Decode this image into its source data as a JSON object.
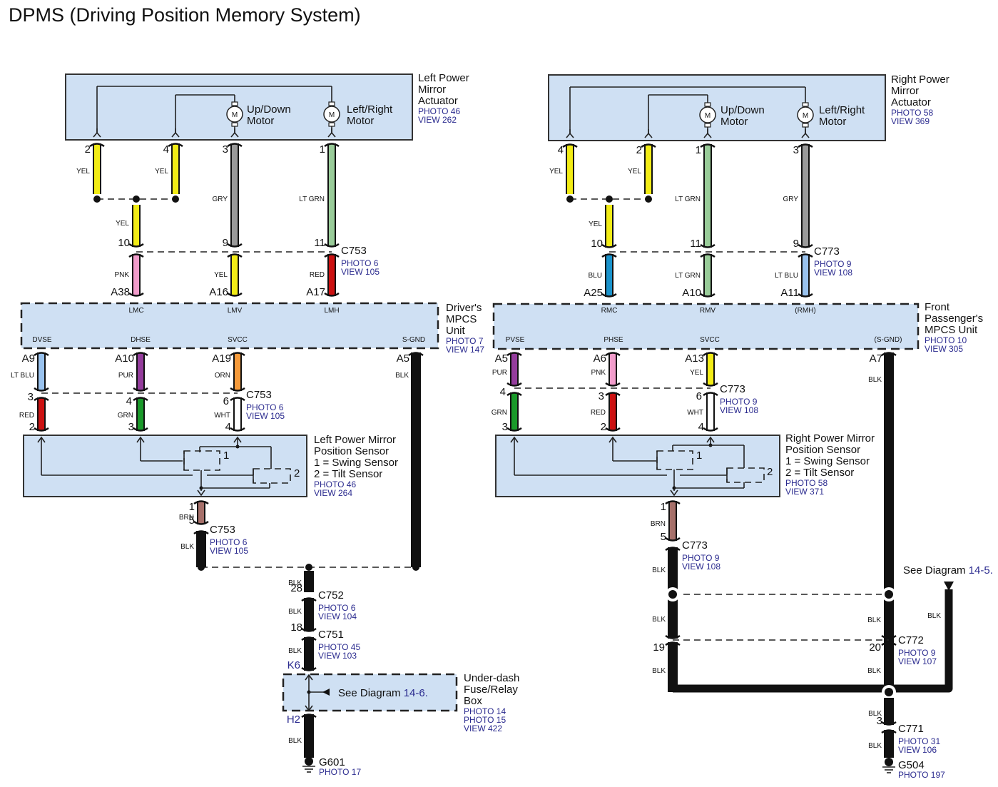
{
  "title": "DPMS (Driving Position Memory System)",
  "see_diagram_prefix": "See Diagram",
  "components": {
    "left_actuator": {
      "name": [
        "Left Power",
        "Mirror",
        "Actuator"
      ],
      "refs": [
        "PHOTO 46",
        "VIEW 262"
      ],
      "motors": [
        {
          "name": [
            "Up/Down",
            "Motor"
          ]
        },
        {
          "name": [
            "Left/Right",
            "Motor"
          ]
        }
      ]
    },
    "right_actuator": {
      "name": [
        "Right Power",
        "Mirror",
        "Actuator"
      ],
      "refs": [
        "PHOTO 58",
        "VIEW 369"
      ],
      "motors": [
        {
          "name": [
            "Up/Down",
            "Motor"
          ]
        },
        {
          "name": [
            "Left/Right",
            "Motor"
          ]
        }
      ]
    },
    "driver_mpcs": {
      "name": [
        "Driver's",
        "MPCS",
        "Unit"
      ],
      "refs": [
        "PHOTO 7",
        "VIEW 147"
      ],
      "top_pins": [
        "LMC",
        "LMV",
        "LMH"
      ],
      "bottom_pins": [
        "DVSE",
        "DHSE",
        "SVCC",
        "S-GND"
      ]
    },
    "passenger_mpcs": {
      "name": [
        "Front",
        "Passenger's",
        "MPCS Unit"
      ],
      "refs": [
        "PHOTO 10",
        "VIEW 305"
      ],
      "top_pins": [
        "RMC",
        "RMV",
        "(RMH)"
      ],
      "bottom_pins": [
        "PVSE",
        "PHSE",
        "SVCC",
        "(S-GND)"
      ]
    },
    "left_sensor": {
      "name": [
        "Left Power Mirror",
        "Position Sensor",
        "1 = Swing Sensor",
        "2 = Tilt Sensor"
      ],
      "refs": [
        "PHOTO 46",
        "VIEW 264"
      ],
      "element_labels": [
        "1",
        "2"
      ]
    },
    "right_sensor": {
      "name": [
        "Right Power Mirror",
        "Position Sensor",
        "1 = Swing Sensor",
        "2 = Tilt Sensor"
      ],
      "refs": [
        "PHOTO 58",
        "VIEW 371"
      ],
      "element_labels": [
        "1",
        "2"
      ]
    },
    "fuse_box": {
      "name": [
        "Under-dash",
        "Fuse/Relay",
        "Box"
      ],
      "refs": [
        "PHOTO 14",
        "PHOTO 15",
        "VIEW 422"
      ],
      "see_ref": "14-6.",
      "pin_in": "K6",
      "pin_out": "H2"
    },
    "external_ref": {
      "see_ref": "14-5."
    }
  },
  "connectors": {
    "c753_top": {
      "id": "C753",
      "refs": [
        "PHOTO 6",
        "VIEW 105"
      ]
    },
    "c773_top": {
      "id": "C773",
      "refs": [
        "PHOTO 9",
        "VIEW 108"
      ]
    },
    "c753_mid": {
      "id": "C753",
      "refs": [
        "PHOTO 6",
        "VIEW 105"
      ]
    },
    "c773_mid": {
      "id": "C773",
      "refs": [
        "PHOTO 9",
        "VIEW 108"
      ]
    },
    "c753_low": {
      "id": "C753",
      "refs": [
        "PHOTO 6",
        "VIEW 105"
      ]
    },
    "c773_low": {
      "id": "C773",
      "refs": [
        "PHOTO 9",
        "VIEW 108"
      ]
    },
    "c752": {
      "id": "C752",
      "refs": [
        "PHOTO 6",
        "VIEW 104"
      ]
    },
    "c751": {
      "id": "C751",
      "refs": [
        "PHOTO 45",
        "VIEW 103"
      ]
    },
    "c772": {
      "id": "C772",
      "refs": [
        "PHOTO 9",
        "VIEW 107"
      ]
    },
    "c771": {
      "id": "C771",
      "refs": [
        "PHOTO 31",
        "VIEW 106"
      ]
    }
  },
  "grounds": {
    "g601": {
      "id": "G601",
      "refs": [
        "PHOTO 17"
      ]
    },
    "g504": {
      "id": "G504",
      "refs": [
        "PHOTO 197"
      ]
    }
  },
  "wire_colors": {
    "YEL": "#f2ec16",
    "GRY": "#9a9a9a",
    "LT GRN": "#99cc99",
    "PNK": "#f29ccb",
    "RED": "#cc1111",
    "LT BLU": "#99c2ee",
    "PUR": "#943c9c",
    "ORN": "#f59a3a",
    "GRN": "#1a9a2a",
    "WHT": "#ffffff",
    "BRN": "#a6706a",
    "BLU": "#1a93cc",
    "BLK": "#111111"
  },
  "wires": [
    {
      "id": "L-act2",
      "color": "YEL",
      "top_pin": "2",
      "bottom_pin": ""
    },
    {
      "id": "L-act4",
      "color": "YEL",
      "top_pin": "4",
      "bottom_pin": ""
    },
    {
      "id": "L-act3",
      "color": "GRY",
      "top_pin": "3",
      "bottom_pin": "9"
    },
    {
      "id": "L-act1",
      "color": "LT GRN",
      "top_pin": "1",
      "bottom_pin": "11"
    },
    {
      "id": "L-yel-splice",
      "color": "YEL",
      "top_pin": "",
      "bottom_pin": "10"
    },
    {
      "id": "L-lmc",
      "color": "PNK",
      "top_pin": "",
      "bottom_pin": "A38"
    },
    {
      "id": "L-lmv",
      "color": "YEL",
      "top_pin": "",
      "bottom_pin": "A16"
    },
    {
      "id": "L-lmh",
      "color": "RED",
      "top_pin": "",
      "bottom_pin": "A17"
    },
    {
      "id": "L-dvse",
      "color": "LT BLU",
      "top_pin": "A9",
      "bottom_pin": "3"
    },
    {
      "id": "L-dhse",
      "color": "PUR",
      "top_pin": "A10",
      "bottom_pin": "4"
    },
    {
      "id": "L-svcc",
      "color": "ORN",
      "top_pin": "A19",
      "bottom_pin": "6"
    },
    {
      "id": "L-sgnd",
      "color": "BLK",
      "top_pin": "A5",
      "bottom_pin": ""
    },
    {
      "id": "L-s-red",
      "color": "RED",
      "top_pin": "",
      "bottom_pin": "2"
    },
    {
      "id": "L-s-grn",
      "color": "GRN",
      "top_pin": "",
      "bottom_pin": "3"
    },
    {
      "id": "L-s-wht",
      "color": "WHT",
      "top_pin": "",
      "bottom_pin": "4"
    },
    {
      "id": "L-s-brn",
      "color": "BRN",
      "top_pin": "1",
      "bottom_pin": "5"
    },
    {
      "id": "L-s-blk",
      "color": "BLK",
      "top_pin": "",
      "bottom_pin": ""
    },
    {
      "id": "L-gnd1",
      "color": "BLK",
      "top_pin": "",
      "bottom_pin": "28"
    },
    {
      "id": "L-gnd2",
      "color": "BLK",
      "top_pin": "",
      "bottom_pin": "18"
    },
    {
      "id": "L-gnd3",
      "color": "BLK",
      "top_pin": "",
      "bottom_pin": ""
    },
    {
      "id": "L-gnd4",
      "color": "BLK",
      "top_pin": "",
      "bottom_pin": ""
    },
    {
      "id": "R-act4",
      "color": "YEL",
      "top_pin": "4",
      "bottom_pin": ""
    },
    {
      "id": "R-act2",
      "color": "YEL",
      "top_pin": "2",
      "bottom_pin": ""
    },
    {
      "id": "R-act1",
      "color": "LT GRN",
      "top_pin": "1",
      "bottom_pin": "11"
    },
    {
      "id": "R-act3",
      "color": "GRY",
      "top_pin": "3",
      "bottom_pin": "9"
    },
    {
      "id": "R-yel-splice",
      "color": "YEL",
      "top_pin": "",
      "bottom_pin": "10"
    },
    {
      "id": "R-rmc",
      "color": "BLU",
      "top_pin": "",
      "bottom_pin": "A25"
    },
    {
      "id": "R-rmv",
      "color": "LT GRN",
      "top_pin": "",
      "bottom_pin": "A10"
    },
    {
      "id": "R-rmh",
      "color": "LT BLU",
      "top_pin": "",
      "bottom_pin": "A11"
    },
    {
      "id": "R-pvse",
      "color": "PUR",
      "top_pin": "A5",
      "bottom_pin": "4"
    },
    {
      "id": "R-phse",
      "color": "PNK",
      "top_pin": "A6",
      "bottom_pin": "3"
    },
    {
      "id": "R-svcc",
      "color": "YEL",
      "top_pin": "A13",
      "bottom_pin": "6"
    },
    {
      "id": "R-sgnd",
      "color": "BLK",
      "top_pin": "A7",
      "bottom_pin": ""
    },
    {
      "id": "R-s-grn",
      "color": "GRN",
      "top_pin": "",
      "bottom_pin": "3"
    },
    {
      "id": "R-s-red",
      "color": "RED",
      "top_pin": "",
      "bottom_pin": "2"
    },
    {
      "id": "R-s-wht",
      "color": "WHT",
      "top_pin": "",
      "bottom_pin": "4"
    },
    {
      "id": "R-s-brn",
      "color": "BRN",
      "top_pin": "1",
      "bottom_pin": "5"
    },
    {
      "id": "R-s-blk",
      "color": "BLK",
      "top_pin": "",
      "bottom_pin": ""
    },
    {
      "id": "R-blk-mid",
      "color": "BLK",
      "top_pin": "",
      "bottom_pin": "19"
    },
    {
      "id": "R-blk-a7mid",
      "color": "BLK",
      "top_pin": "",
      "bottom_pin": "20"
    },
    {
      "id": "R-blk-low",
      "color": "BLK",
      "top_pin": "",
      "bottom_pin": ""
    },
    {
      "id": "R-blk-ext",
      "color": "BLK",
      "top_pin": "",
      "bottom_pin": ""
    },
    {
      "id": "R-gnd1",
      "color": "BLK",
      "top_pin": "",
      "bottom_pin": "3"
    },
    {
      "id": "R-gnd2",
      "color": "BLK",
      "top_pin": "",
      "bottom_pin": ""
    }
  ]
}
